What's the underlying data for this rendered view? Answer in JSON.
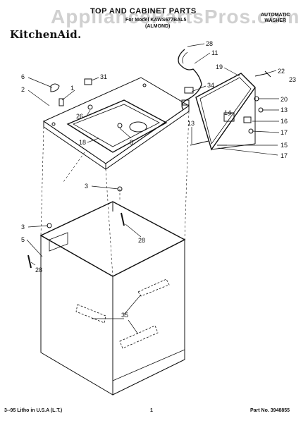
{
  "header": {
    "watermark": "AppliancePartsPros.com",
    "brand": "KitchenAid.",
    "title": "TOP AND CABINET PARTS",
    "for_model": "For Model KAWS677BAL5",
    "model_code": "(ALMOND)",
    "product_line1": "AUTOMATIC",
    "product_line2": "WASHER"
  },
  "callouts": {
    "c28a": "28",
    "c11": "11",
    "c19": "19",
    "c22": "22",
    "c23": "23",
    "c6": "6",
    "c31": "31",
    "c2": "2",
    "c1": "1",
    "c26": "26",
    "c34": "34",
    "c20": "20",
    "c13a": "13",
    "c14": "14",
    "c16": "16",
    "c17a": "17",
    "c18": "18",
    "c8": "8",
    "c13b": "13",
    "c15": "15",
    "c17b": "17",
    "c3a": "3",
    "c3b": "3",
    "c28b": "28",
    "c5": "5",
    "c28c": "28",
    "c35": "35"
  },
  "footer": {
    "litho": "3--95 Litho in U.S.A (L.T.)",
    "page": "1",
    "part_no": "Part No. 3948855"
  }
}
